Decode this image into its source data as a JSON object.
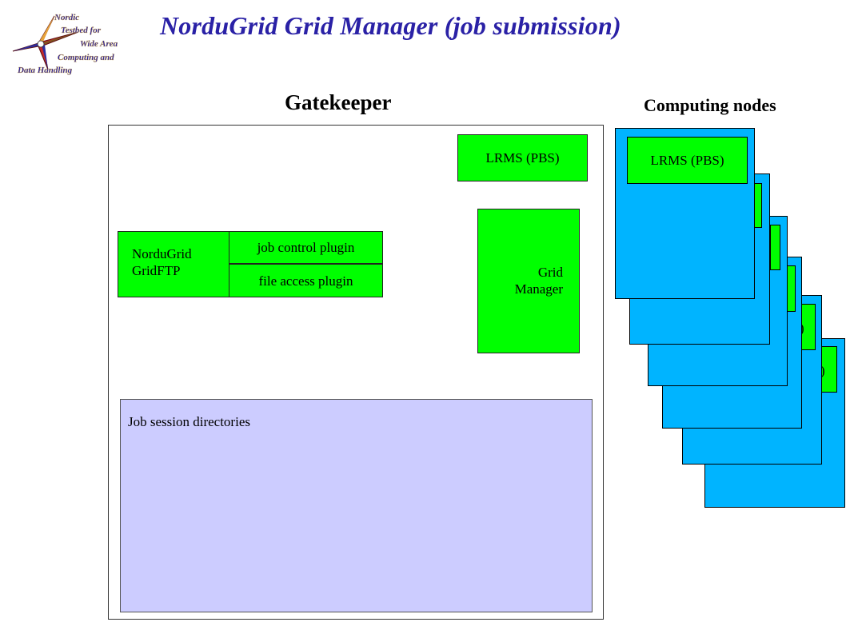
{
  "title": "NorduGrid Grid Manager (job submission)",
  "logo": {
    "lines": [
      "Nordic",
      "Testbed for",
      "Wide Area",
      "Computing and",
      "Data Handling"
    ],
    "icon": "compass-star-logo"
  },
  "gatekeeper": {
    "label": "Gatekeeper",
    "lrms": "LRMS (PBS)",
    "grid_manager": "Grid Manager",
    "gridftp": "NorduGrid GridFTP",
    "job_control_plugin": "job control plugin",
    "file_access_plugin": "file access plugin",
    "session_dirs": "Job session directories"
  },
  "computing_nodes": {
    "label": "Computing nodes",
    "lrms": "LRMS (PBS)",
    "peek_1": ")",
    "peek_2": ")"
  },
  "colors": {
    "title": "#2a21a6",
    "green": "#00ff00",
    "node_blue": "#00b4ff",
    "session_lavender": "#ccccff"
  }
}
